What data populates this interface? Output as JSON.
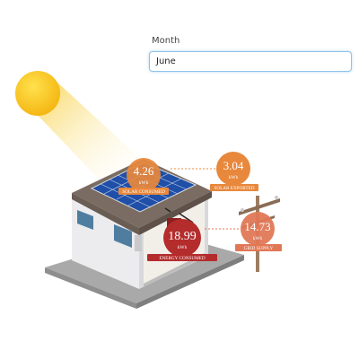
{
  "month_filter": {
    "label": "Month",
    "selected": "June"
  },
  "energy": {
    "solar_consumed": {
      "value": "4.26",
      "unit": "kWh",
      "label": "SOLAR CONSUMED"
    },
    "solar_exported": {
      "value": "3.04",
      "unit": "kWh",
      "label": "SOLAR EXPORTED"
    },
    "grid_supply": {
      "value": "14.73",
      "unit": "kWh",
      "label": "GRID SUPPLY"
    },
    "energy_consumed": {
      "value": "18.99",
      "unit": "kWh",
      "label": "ENERGY CONSUMED"
    }
  },
  "colors": {
    "solar": "#e8883c",
    "grid": "#e07856",
    "consumed": "#b42c2c",
    "sun": "#f7c51e",
    "focus_border": "#8fc3ea"
  },
  "icons": [
    "sun-icon",
    "house-illustration",
    "solar-panel-icon",
    "utility-pole-icon"
  ]
}
